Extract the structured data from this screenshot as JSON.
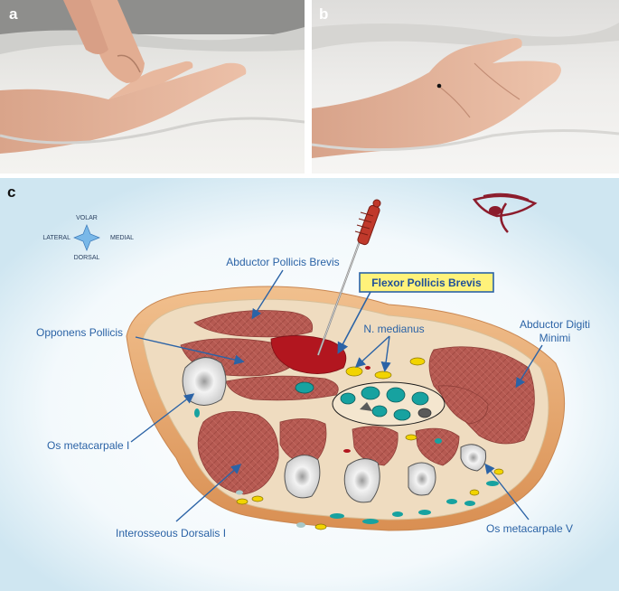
{
  "panels": {
    "a": {
      "letter": "a"
    },
    "b": {
      "letter": "b"
    },
    "c": {
      "letter": "c"
    }
  },
  "compass": {
    "top": "VOLAR",
    "left": "LATERAL",
    "right": "MEDIAL",
    "bottom": "DORSAL"
  },
  "labels": {
    "abductor_pollicis_brevis": "Abductor Pollicis Brevis",
    "flexor_pollicis_brevis": "Flexor Pollicis Brevis",
    "opponens_pollicis": "Opponens Pollicis",
    "n_medianus": "N. medianus",
    "abductor_digiti_minimi_line1": "Abductor Digiti",
    "abductor_digiti_minimi_line2": "Minimi",
    "os_metacarpale_i": "Os metacarpale I",
    "interosseous_dorsalis_i": "Interosseous Dorsalis I",
    "os_metacarpale_v": "Os metacarpale V"
  },
  "colors": {
    "label_blue": "#2b63a6",
    "muscle_red": "#b65a52",
    "skin": "#e3a56c",
    "fat": "#efdcc0",
    "needle_red": "#c0392b",
    "callout_yellow": "#fff27a",
    "nerve_yellow": "#f2d400",
    "vessel_teal": "#17a2a0",
    "eye_red": "#8c1c2c"
  },
  "icons": [
    "compass-icon",
    "eye-icon",
    "needle-icon"
  ]
}
